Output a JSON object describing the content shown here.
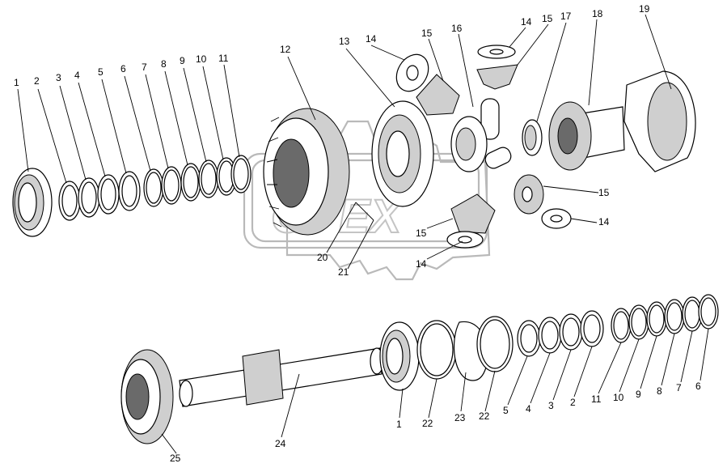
{
  "watermark": {
    "text": "OPEX"
  },
  "callouts": {
    "top": [
      "1",
      "2",
      "3",
      "4",
      "5",
      "6",
      "7",
      "8",
      "9",
      "10",
      "11",
      "12",
      "13",
      "14",
      "15",
      "16",
      "14",
      "15",
      "17",
      "18",
      "19",
      "15",
      "14",
      "15",
      "14",
      "20",
      "21"
    ],
    "bottom": [
      "25",
      "24",
      "1",
      "22",
      "23",
      "22",
      "5",
      "4",
      "3",
      "2",
      "11",
      "10",
      "9",
      "8",
      "7",
      "6"
    ]
  }
}
